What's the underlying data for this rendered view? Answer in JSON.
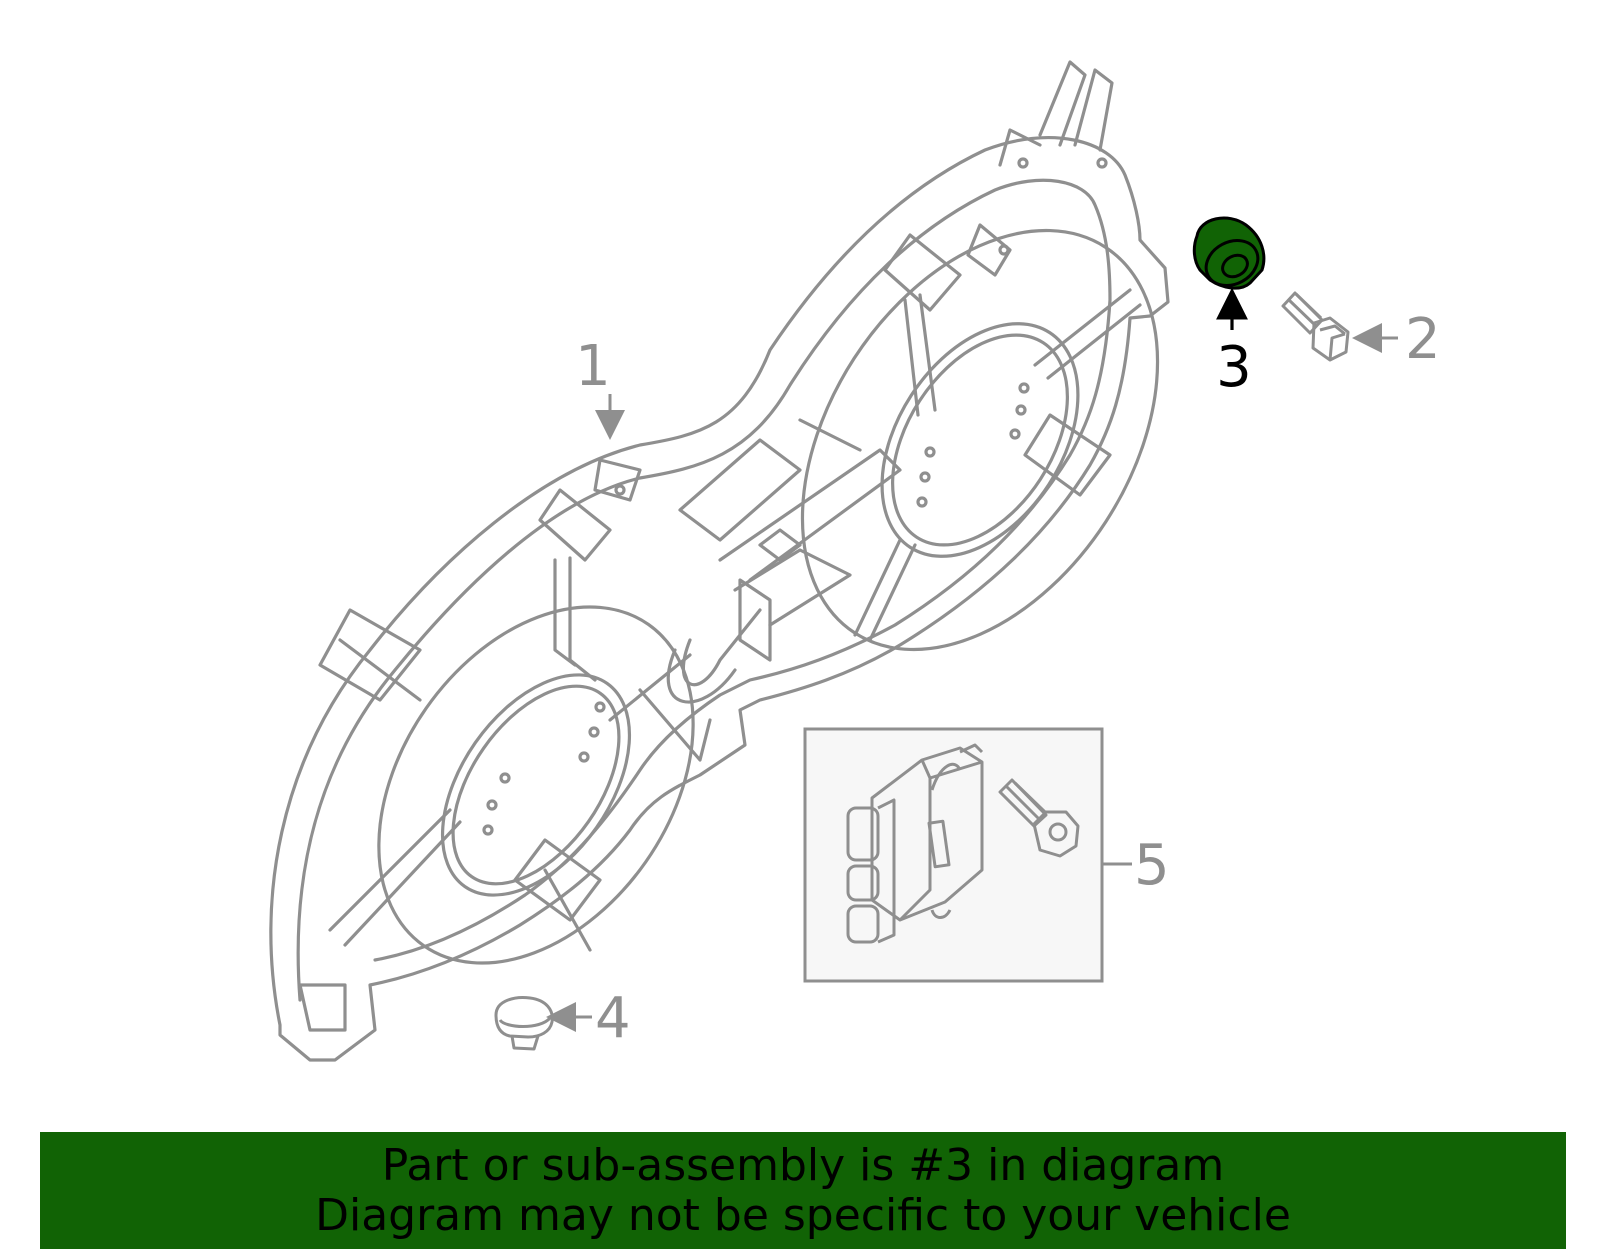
{
  "colors": {
    "line": "#8f8f8f",
    "highlight": "#116305",
    "banner_bg": "#116305",
    "banner_text": "#000000",
    "inset_bg": "#f7f7f7"
  },
  "callouts": {
    "part_1": "1",
    "part_2": "2",
    "part_3": "3",
    "part_4": "4",
    "part_5": "5"
  },
  "highlighted_part": "3",
  "banner": {
    "line1": "Part or sub-assembly is #3 in diagram",
    "line2": "Diagram may not be specific to your vehicle"
  }
}
